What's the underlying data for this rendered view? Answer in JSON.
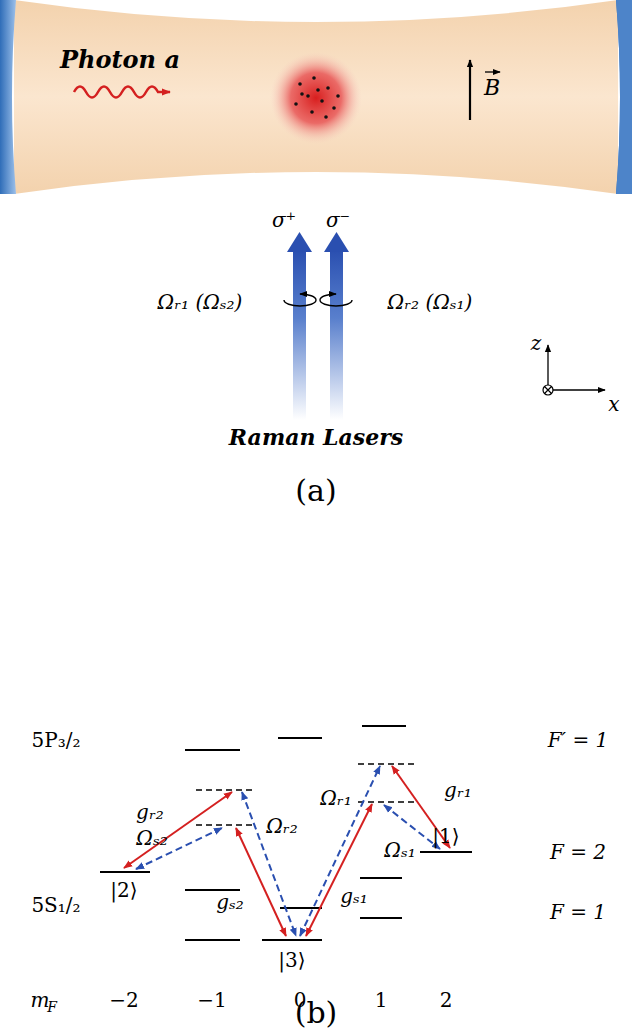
{
  "diagram": {
    "labels": [
      "Photon a",
      "B",
      "σ⁺",
      "σ⁻",
      "Ωᵣ₁ (Ωₛ₂)",
      "Ωᵣ₂ (Ωₛ₁)",
      "Raman Lasers",
      "z",
      "x",
      "(a)",
      "5P₃/₂",
      "5S₁/₂",
      "F′ = 1",
      "F = 2",
      "F = 1",
      "gᵣ₂",
      "Ωₛ₂",
      "Ωᵣ₂",
      "gₛ₂",
      "Ωᵣ₁",
      "gₛ₁",
      "Ωₛ₁",
      "gᵣ₁",
      "|1⟩",
      "|2⟩",
      "|3⟩",
      "m",
      "F",
      "−2",
      "−1",
      "0",
      "1",
      "2",
      "(b)"
    ]
  }
}
